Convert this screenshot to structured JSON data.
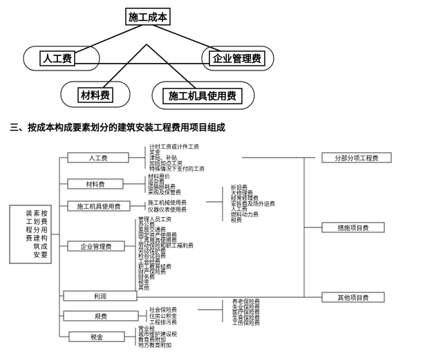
{
  "top_diagram": {
    "apex": "施工成本",
    "labor": "人工费",
    "enterprise": "企业管理费",
    "material": "材料费",
    "machinery": "施工机具使用费"
  },
  "section_title": "三、按成本构成要素划分的建筑安装工程费用项目组成",
  "tree": {
    "root": "按费用构成要素划分建筑安装工程费",
    "branches": [
      {
        "label": "人工费",
        "items": [
          "计时工资或计件工资",
          "奖金",
          "津贴、补贴",
          "加班加点工资",
          "特殊情况下支付的工资"
        ]
      },
      {
        "label": "材料费",
        "items": [
          "材料原价",
          "运杂费",
          "运输损耗费",
          "采购及保管费"
        ]
      },
      {
        "label": "施工机具使用费",
        "items": [
          "施工机械使用费",
          "仪器仪表使用费"
        ],
        "machine_sub": [
          "折旧费",
          "大修理费",
          "经常修理费",
          "安拆费及场外运费",
          "人工费",
          "燃料动力费",
          "税费"
        ]
      },
      {
        "label": "企业管理费",
        "items": [
          "管理人员工资",
          "办公费",
          "差旅交通费",
          "固定资产使用费",
          "工具用具使用费",
          "劳动保险和职工福利费",
          "劳动保护费",
          "检验试验费",
          "工会经费",
          "职工教育经费",
          "财产保险费",
          "财务费",
          "税金",
          "其他"
        ]
      },
      {
        "label": "利润",
        "items": []
      },
      {
        "label": "规费",
        "items": [
          "社会保险费",
          "住房公积金",
          "工程排污费"
        ],
        "insurance_sub": [
          "养老保险费",
          "失业保险费",
          "医疗保险费",
          "生育保险费",
          "工伤保险费"
        ]
      },
      {
        "label": "税金",
        "items": [
          "营业税",
          "城市维护建设税",
          "教育费附加",
          "地方教育附加"
        ]
      }
    ],
    "right_boxes": [
      "分部分项工程费",
      "措施项目费",
      "其他项目费"
    ]
  }
}
